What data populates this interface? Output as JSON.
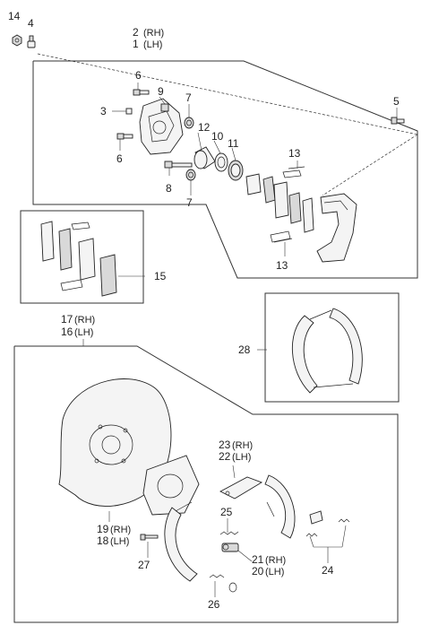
{
  "callouts": {
    "c14": "14",
    "c4": "4",
    "c2": "2",
    "c2_side": "(RH)",
    "c1": "1",
    "c1_side": "(LH)",
    "c6a": "6",
    "c9": "9",
    "c7a": "7",
    "c3": "3",
    "c12": "12",
    "c10": "10",
    "c11": "11",
    "c6b": "6",
    "c8": "8",
    "c7b": "7",
    "c5": "5",
    "c13a": "13",
    "c13b": "13",
    "c15": "15",
    "c17": "17",
    "c17_side": "(RH)",
    "c16": "16",
    "c16_side": "(LH)",
    "c28": "28",
    "c23": "23",
    "c23_side": "(RH)",
    "c22": "22",
    "c22_side": "(LH)",
    "c25": "25",
    "c19": "19",
    "c19_side": "(RH)",
    "c18": "18",
    "c18_side": "(LH)",
    "c27": "27",
    "c21": "21",
    "c21_side": "(RH)",
    "c20": "20",
    "c20_side": "(LH)",
    "c24": "24",
    "c26": "26"
  }
}
